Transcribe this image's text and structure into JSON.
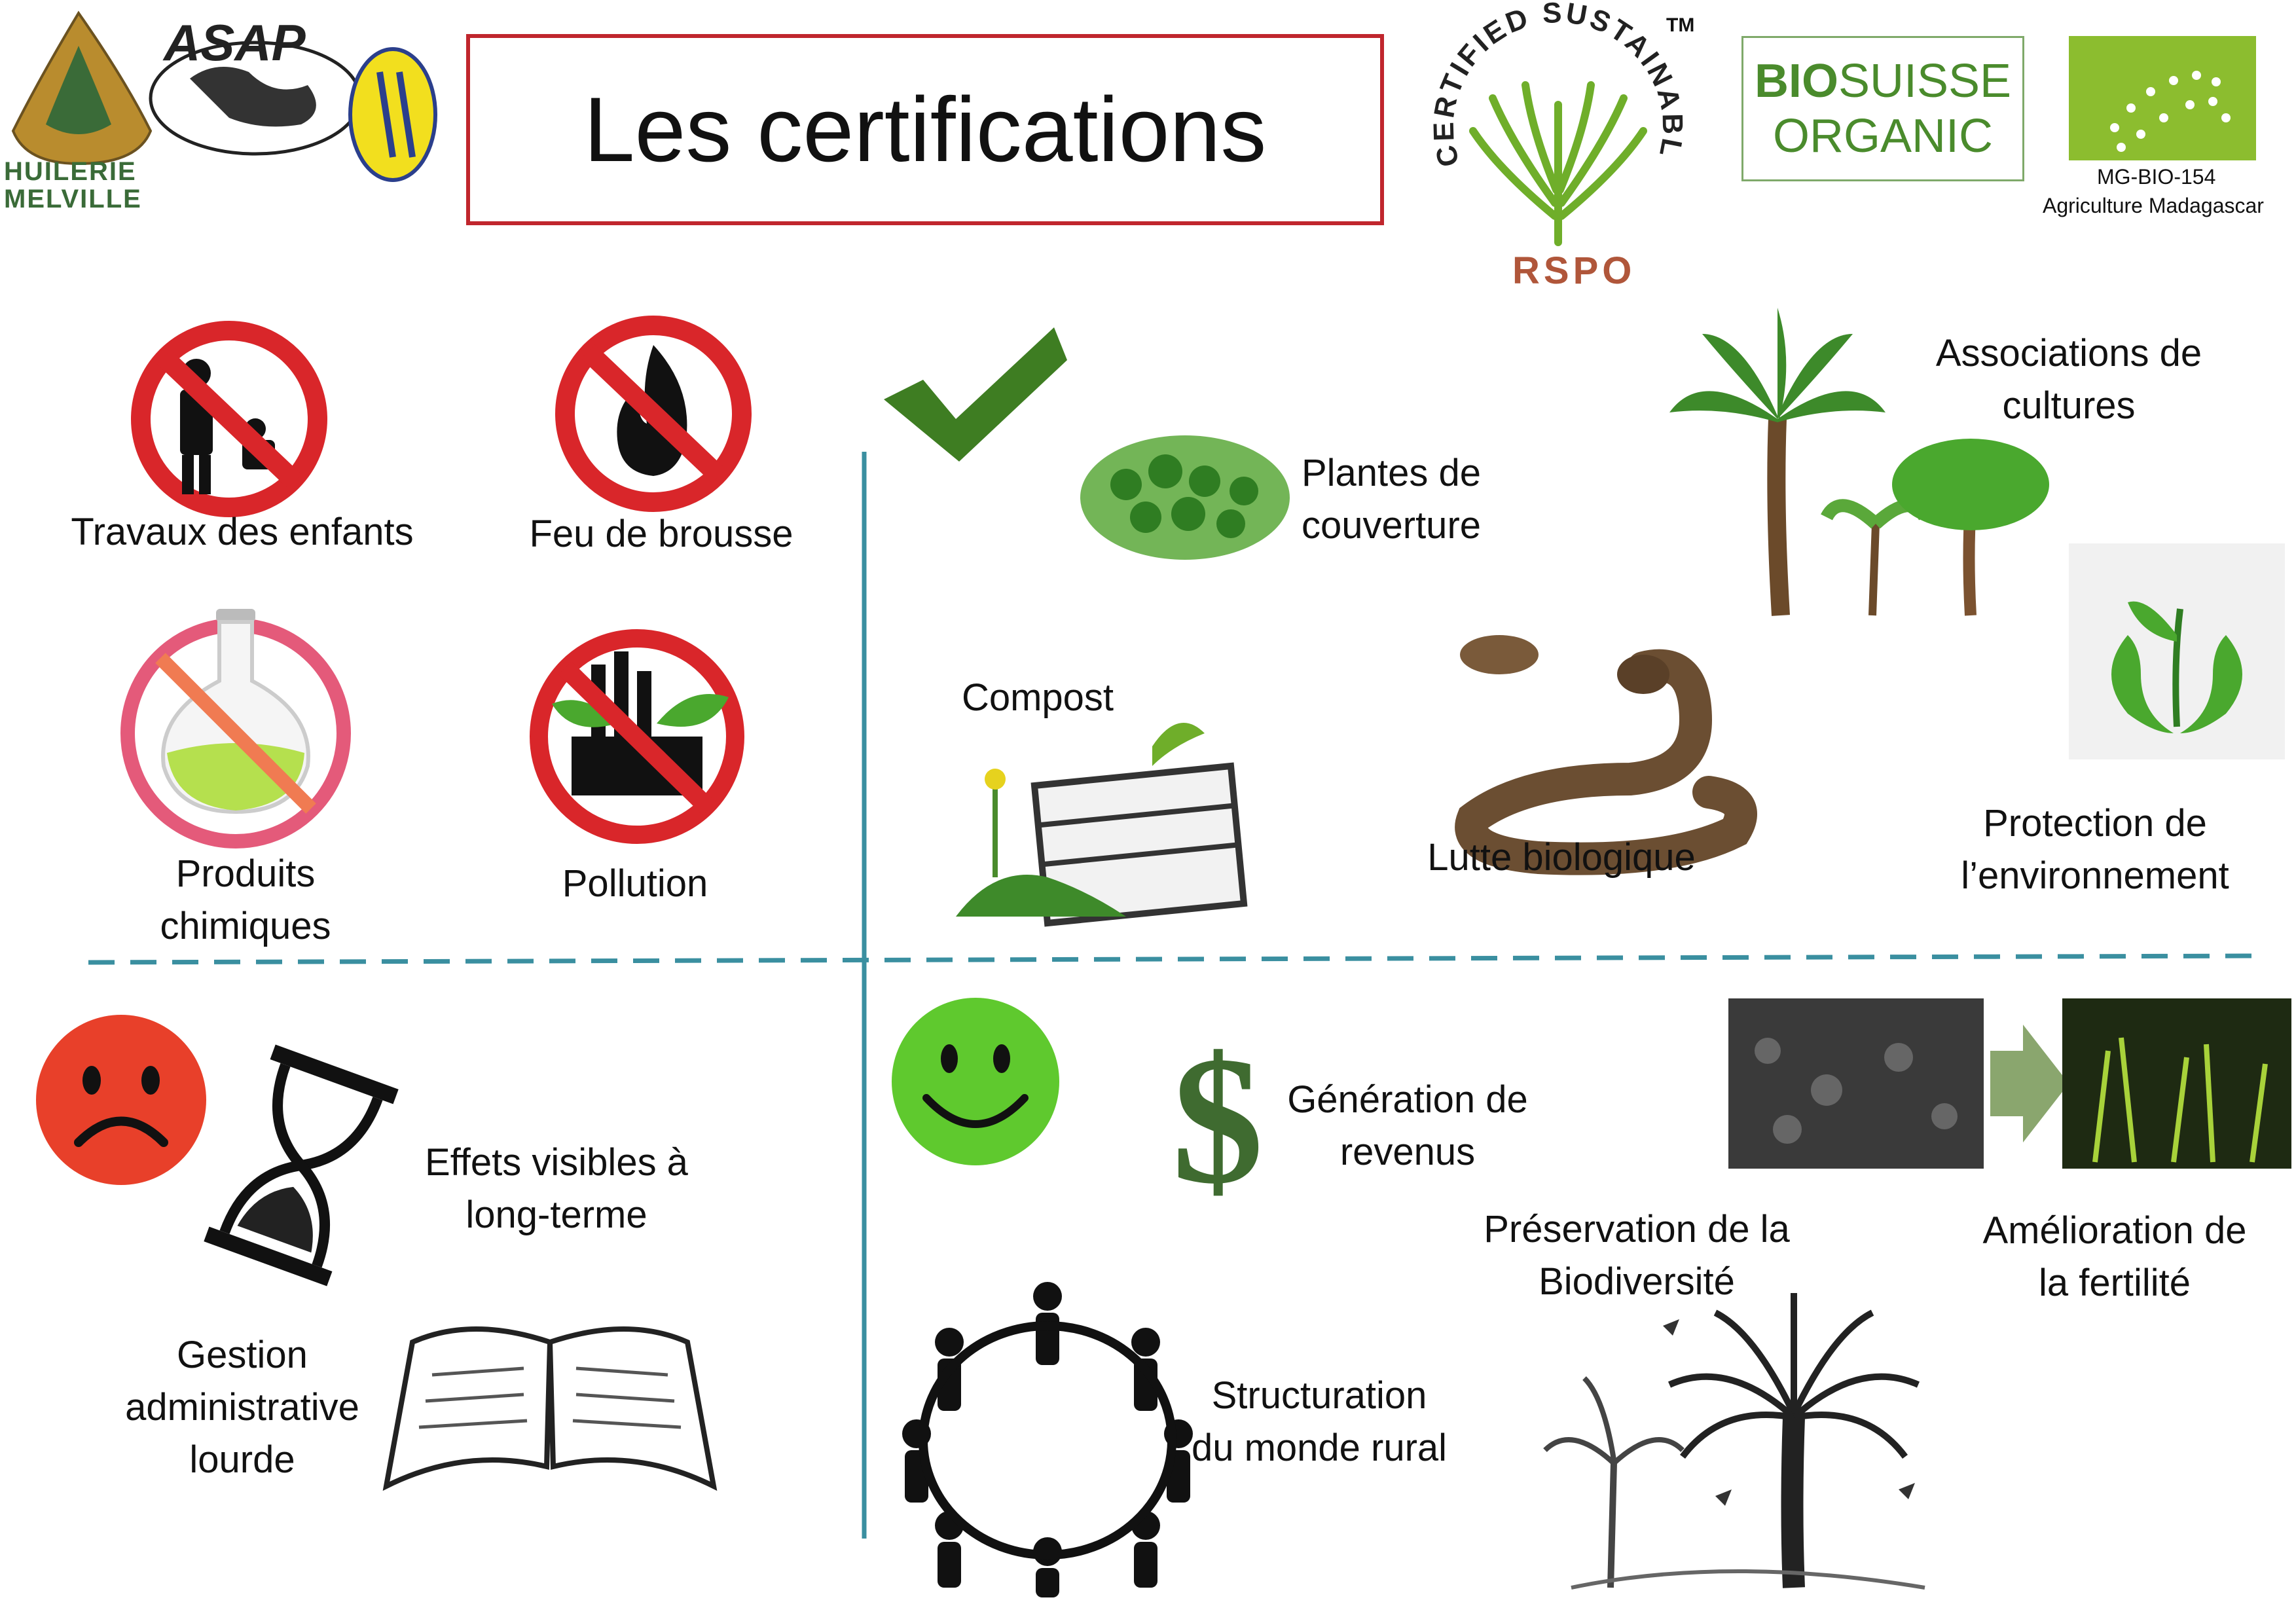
{
  "header": {
    "title": "Les certifications",
    "logo_asap": {
      "text": "ASAP",
      "line1": "HUILERIE",
      "line2": "MELVILLE"
    },
    "rspo": {
      "ring": "CERTIFIED SUSTAINABLE PALM OIL",
      "tm": "TM",
      "bottom": "RSPO"
    },
    "biosuisse": {
      "bold": "BIO",
      "rest": "SUISSE",
      "line2": "ORGANIC"
    },
    "eu": {
      "code": "MG-BIO-154",
      "line": "Agriculture  Madagascar"
    }
  },
  "negatives": {
    "child_labour": [
      "Travaux des enfants"
    ],
    "bush_fire": [
      "Feu de brousse"
    ],
    "chemicals": [
      "Produits",
      "chimiques"
    ],
    "pollution": [
      "Pollution"
    ]
  },
  "positives": {
    "cover_plants": [
      "Plantes de",
      "couverture"
    ],
    "crop_associations": [
      "Associations de",
      "cultures"
    ],
    "compost": [
      "Compost"
    ],
    "biological_control": [
      "Lutte biologique"
    ],
    "environment": [
      "Protection de",
      "l’environnement"
    ]
  },
  "drawbacks": {
    "long_term": [
      "Effets visibles à",
      "long-terme"
    ],
    "admin": [
      "Gestion",
      "administrative",
      "lourde"
    ]
  },
  "benefits": {
    "income": [
      "Génération de",
      "revenus"
    ],
    "biodiversity": [
      "Préservation de la",
      "Biodiversité"
    ],
    "fertility": [
      "Amélioration de",
      "la fertilité"
    ],
    "structuring": [
      "Structuration",
      "du monde rural"
    ]
  },
  "icons": {
    "prohibited": "no-entry-icon",
    "check": "checkmark-icon",
    "sad": "sad-face-icon",
    "happy": "happy-face-icon",
    "hourglass": "hourglass-icon",
    "book": "open-book-icon",
    "dollar": "dollar-icon",
    "people": "people-circle-icon"
  },
  "colors": {
    "title_border": "#c0262d",
    "prohibited_red": "#d9262a",
    "divider": "#3a8fa0",
    "check_green": "#3e7d22",
    "bio_green": "#4a8b2c"
  }
}
